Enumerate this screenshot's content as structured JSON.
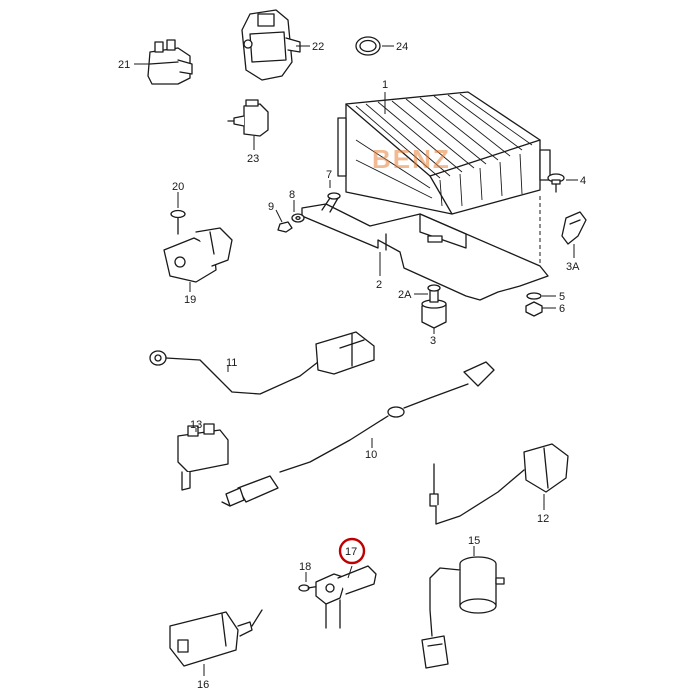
{
  "diagram": {
    "watermark_text": "BENZ",
    "highlight_color": "#c00000",
    "watermark_color": "#e8823a",
    "labels": {
      "p1": "1",
      "p2": "2",
      "p2A": "2A",
      "p3": "3",
      "p3A": "3A",
      "p4": "4",
      "p5": "5",
      "p6": "6",
      "p7": "7",
      "p8": "8",
      "p9": "9",
      "p10": "10",
      "p11": "11",
      "p12": "12",
      "p13": "13",
      "p15": "15",
      "p16": "16",
      "p17": "17",
      "p18": "18",
      "p19": "19",
      "p20": "20",
      "p21": "21",
      "p22": "22",
      "p23": "23",
      "p24": "24"
    },
    "highlighted_part": "17"
  }
}
